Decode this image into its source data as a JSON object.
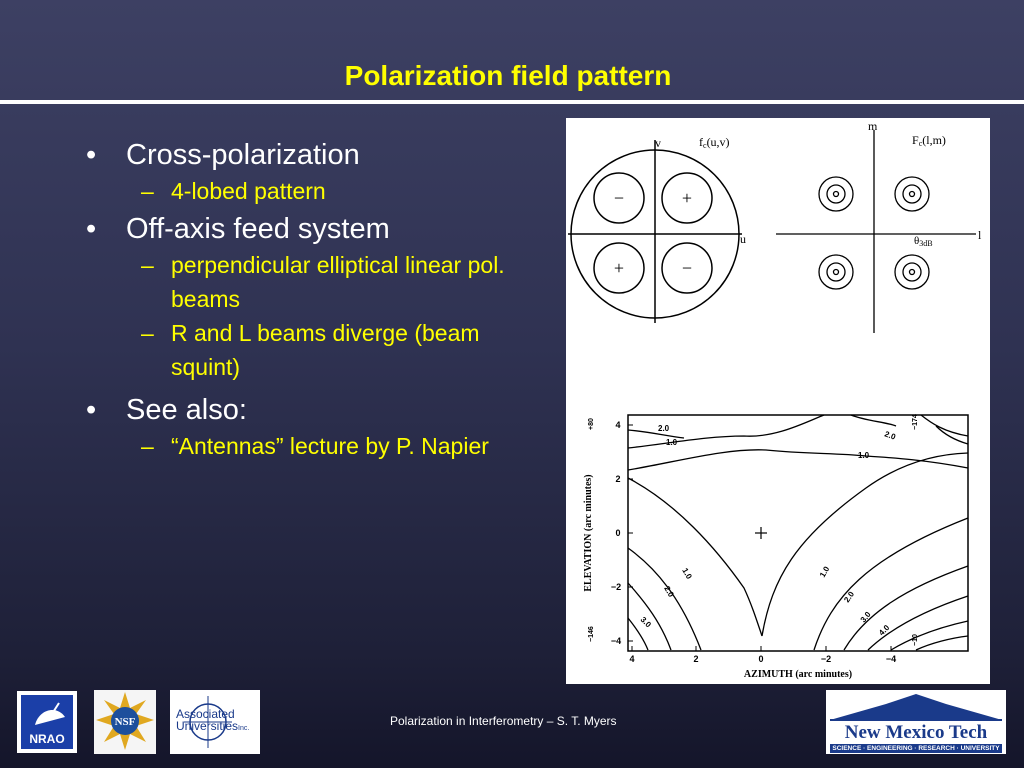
{
  "slide": {
    "title": "Polarization field pattern",
    "bullets": [
      {
        "text": "Cross-polarization",
        "sub": [
          "4-lobed pattern"
        ]
      },
      {
        "text": "Off-axis feed system",
        "sub": [
          "perpendicular elliptical linear pol. beams",
          "R and L beams diverge (beam squint)"
        ]
      },
      {
        "text": "See also:",
        "sub": [
          "“Antennas” lecture by P. Napier"
        ]
      }
    ],
    "footer": "Polarization in Interferometry – S. T. Myers"
  },
  "figure": {
    "aperture": {
      "label_fn": "f",
      "label_sub": "c",
      "label_args": "(u,v)",
      "axis_v": "v",
      "axis_u": "u",
      "lobes": [
        "−",
        "+",
        "+",
        "−"
      ]
    },
    "sky": {
      "label_fn": "F",
      "label_sub": "c",
      "label_args": "(l,m)",
      "axis_m": "m",
      "axis_l": "l",
      "theta_label": "θ",
      "theta_sub": "3dB"
    },
    "contour": {
      "xlabel": "AZIMUTH (arc minutes)",
      "ylabel": "ELEVATION (arc minutes)",
      "xticks": [
        "4",
        "2",
        "0",
        "−2",
        "−4"
      ],
      "yticks": [
        "4",
        "2",
        "0",
        "−2",
        "−4"
      ],
      "contour_labels": [
        "2.0",
        "1.0",
        "2.0",
        "1.0",
        "1.0",
        "2.0",
        "3.0",
        "1.0",
        "2.0",
        "3.0",
        "4.0"
      ],
      "corner_labels": [
        "+80",
        "−174",
        "−146",
        "−10"
      ]
    }
  },
  "logos": {
    "nrao": "NRAO",
    "nsf": "NSF",
    "aui_line1": "Associated",
    "aui_line2": "Universities",
    "aui_inc": "Inc.",
    "nmt_name": "New Mexico Tech",
    "nmt_tagline": "SCIENCE · ENGINEERING · RESEARCH · UNIVERSITY"
  }
}
